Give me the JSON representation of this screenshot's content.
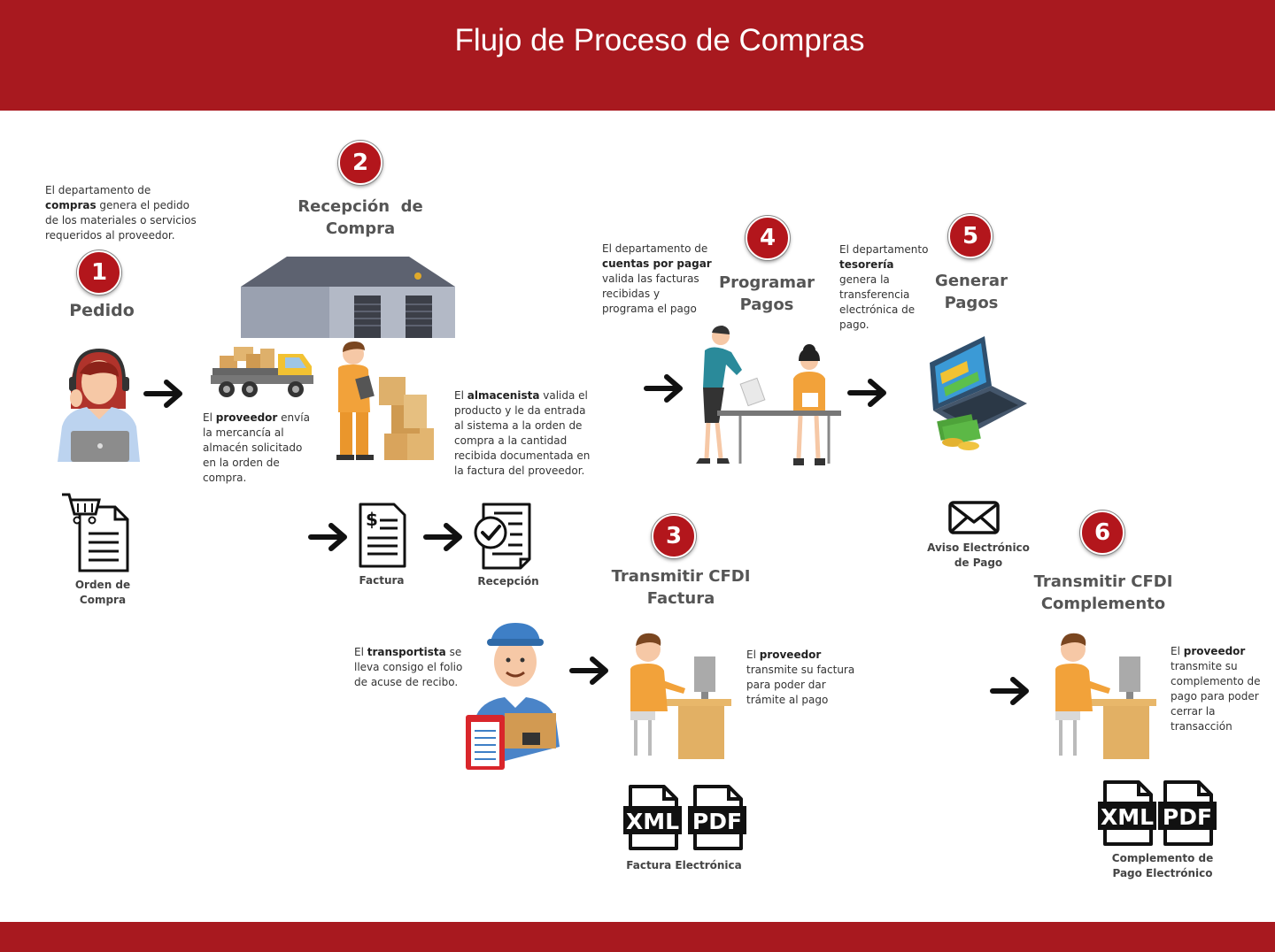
{
  "title": "Flujo de Proceso de Compras",
  "steps": [
    {
      "num": "1",
      "title": "Pedido"
    },
    {
      "num": "2",
      "title1": "Recepción  de",
      "title2": "Compra"
    },
    {
      "num": "3",
      "title1": "Transmitir CFDI",
      "title2": "Factura"
    },
    {
      "num": "4",
      "title1": "Programar",
      "title2": "Pagos"
    },
    {
      "num": "5",
      "title1": "Generar",
      "title2": "Pagos"
    },
    {
      "num": "6",
      "title1": "Transmitir CFDI",
      "title2": "Complemento"
    }
  ],
  "descriptions": {
    "pedido": {
      "pre": "El departamento de ",
      "bold": "compras",
      "post": " genera el pedido de los materiales o servicios requeridos al proveedor."
    },
    "proveedor_envia": {
      "pre": "El ",
      "bold": "proveedor",
      "post": " envía la mercancía al almacén solicitado en la orden de compra."
    },
    "almacenista": {
      "pre": "El ",
      "bold": "almacenista",
      "post": " valida el producto y le da entrada al sistema a la orden de compra a la cantidad recibida documentada en la factura del proveedor."
    },
    "cuentas": {
      "pre": "El departamento de ",
      "bold": "cuentas por pagar",
      "post": " valida las facturas recibidas y programa el pago"
    },
    "tesoreria": {
      "pre": "El departamento ",
      "bold": "tesorería",
      "post": " genera la transferencia electrónica de pago."
    },
    "transportista": {
      "pre": "El ",
      "bold": "transportista",
      "post": " se lleva consigo el folio de acuse de recibo."
    },
    "proveedor_factura": {
      "pre": "El ",
      "bold": "proveedor",
      "post": " transmite su factura para poder dar trámite al pago"
    },
    "proveedor_complemento": {
      "pre": "El ",
      "bold": "proveedor",
      "post": " transmite su complemento de pago para poder cerrar la transacción"
    }
  },
  "captions": {
    "orden1": "Orden de",
    "orden2": "Compra",
    "factura": "Factura",
    "recepcion": "Recepción",
    "aviso1": "Aviso Electrónico",
    "aviso2": "de Pago",
    "factura_electronica": "Factura Electrónica",
    "complemento1": "Complemento de",
    "complemento2": "Pago Electrónico"
  },
  "doc_labels": {
    "xml": "XML",
    "pdf": "PDF",
    "dollar": "$"
  },
  "colors": {
    "brand_red": "#a8191f",
    "badge_red": "#b3161c",
    "arrow": "#111111"
  }
}
